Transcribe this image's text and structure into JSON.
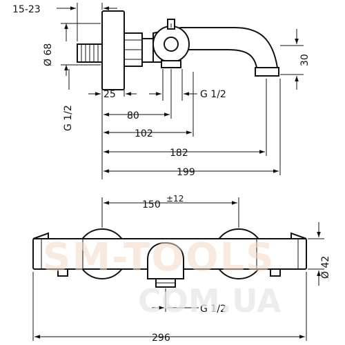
{
  "top_view": {
    "dim_15_23": "15-23",
    "dim_d68": "Ø 68",
    "dim_g12_vertical": "G 1/2",
    "dim_25": "25",
    "dim_g12_right": "G 1/2",
    "dim_80": "80",
    "dim_102": "102",
    "dim_182": "182",
    "dim_199": "199",
    "dim_30": "30"
  },
  "front_view": {
    "dim_150": "150",
    "dim_150_tol": "±12",
    "dim_d42": "Ø 42",
    "dim_g12": "G 1/2",
    "dim_296": "296"
  },
  "watermark": {
    "line1": "SM-TOOLS",
    "line2": "COM.UA"
  }
}
